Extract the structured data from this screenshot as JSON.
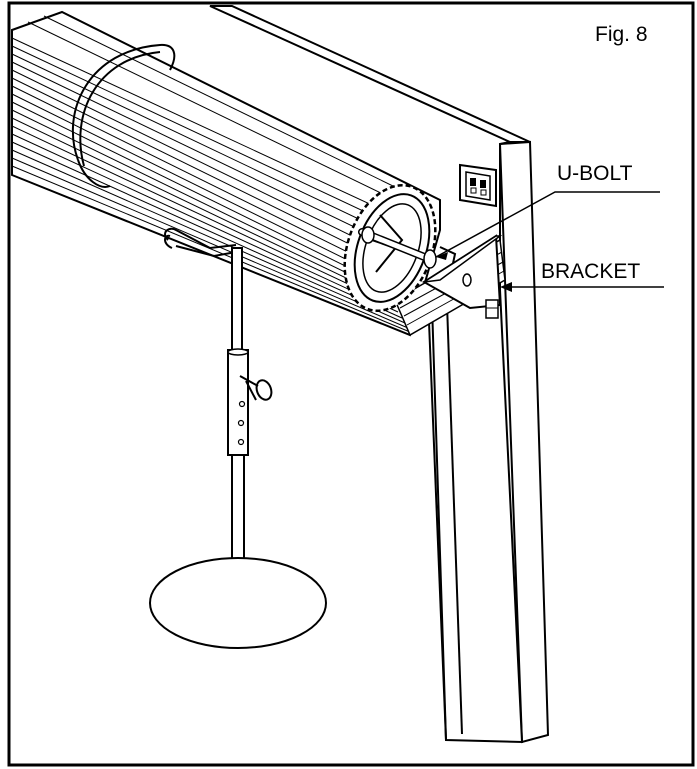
{
  "figure": {
    "label": "Fig. 8",
    "callouts": {
      "ubolt": "U-BOLT",
      "bracket": "BRACKET"
    }
  },
  "parts": {
    "roller_shutter": "rolled-door-drum-icon",
    "end_wheel": "drum-end-wheel-icon",
    "bracket": "mounting-bracket-icon",
    "ubolt": "u-bolt-icon",
    "door_track": "door-jamb-track-icon",
    "switch_box": "wall-switch-icon",
    "stand": "telescopic-support-stand-icon",
    "pin": "lock-pin-icon",
    "rope_loop": "lifting-rope-icon"
  },
  "colors": {
    "line": "#000000",
    "background": "#ffffff",
    "frame_border": "#000000"
  }
}
